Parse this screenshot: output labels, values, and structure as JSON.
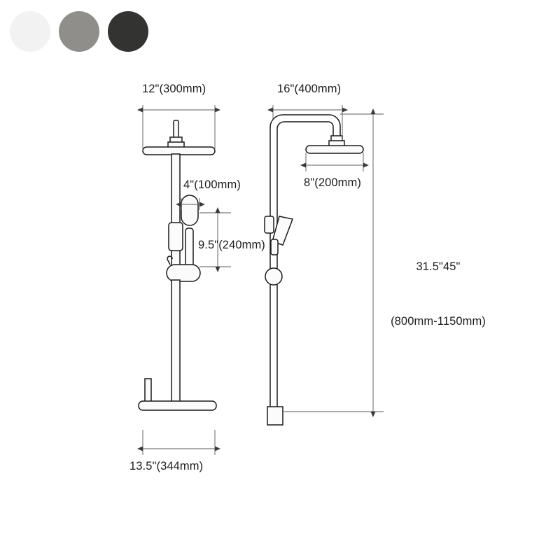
{
  "colors": {
    "swatches": [
      {
        "name": "white-swatch",
        "hex": "#f2f2f2"
      },
      {
        "name": "gray-swatch",
        "hex": "#908e8b"
      },
      {
        "name": "black-swatch",
        "hex": "#333331"
      }
    ],
    "line": "#1a1a1a",
    "dimension_line": "#4a4a4a",
    "fill": "#fbfbfb",
    "background": "#ffffff"
  },
  "dimensions": {
    "rain_head_width_left": "12\"(300mm)",
    "arm_reach_right": "16\"(400mm)",
    "handheld_width": "4\"(100mm)",
    "rain_head_width_right": "8\"(200mm)",
    "handheld_height": "9.5\"(240mm)",
    "spout_width": "13.5\"(344mm)",
    "overall_height_inches": "31.5\"45\"",
    "overall_height_mm": "(800mm-1150mm)"
  },
  "views": {
    "left": {
      "name": "front-elevation",
      "parts": [
        "rain-shower-head",
        "riser-pipe",
        "handheld-shower",
        "slide-bracket",
        "mixer-valve",
        "tub-spout-bar"
      ]
    },
    "right": {
      "name": "side-elevation",
      "parts": [
        "gooseneck-arm",
        "rain-shower-head",
        "handheld-wand",
        "slider-knob",
        "riser-base"
      ]
    }
  }
}
